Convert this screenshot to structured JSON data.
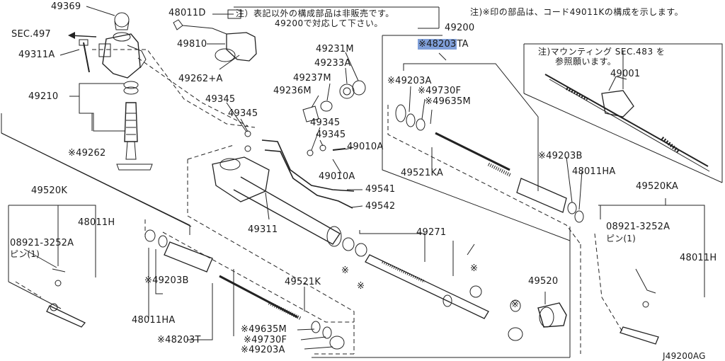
{
  "highlight_color": "#7f9fd9",
  "notes": {
    "top_center_line1": "注）表記以外の構成部品は非販売です。",
    "top_center_line2": "49200で対応して下さい。",
    "top_right": "注)※印の部品は、コード49011Kの構成を示します。",
    "mount_line1": "注)マウンティング SEC.483 を",
    "mount_line2": "参照願います。"
  },
  "diagram_code": "J49200AG",
  "labels": {
    "p49369": "49369",
    "sec497": "SEC.497",
    "p49311A": "49311A",
    "p49210": "49210",
    "p49262": "※49262",
    "p48011D": "48011D",
    "p49810": "49810",
    "p49262A": "49262+A",
    "p49231M": "49231M",
    "p49233A": "49233A",
    "p49237M": "49237M",
    "p49236M": "49236M",
    "p49345a": "49345",
    "p49345b": "49345",
    "p49345c": "49345",
    "p49345d": "49345",
    "p49010Aa": "49010A",
    "p49010Ab": "49010A",
    "p49541": "49541",
    "p49542": "49542",
    "p49311": "49311",
    "p49200": "49200",
    "p48203TA_hl": "※48203",
    "p48203TA_suffix": "TA",
    "p49203A_top": "※49203A",
    "p49730F_top": "※49730F",
    "p49635M_top": "※49635M",
    "p49521KA": "49521KA",
    "p49203B_right": "※49203B",
    "p48011HA_right": "48011HA",
    "p49001": "49001",
    "p49520KA": "49520KA",
    "p08921_right": "08921-3252A",
    "pin_right": "ピン(1)",
    "p48011H_right": "48011H",
    "p49520K": "49520K",
    "p48011H_left": "48011H",
    "p08921_left": "08921-3252A",
    "pin_left": "ピン(1)",
    "p49203B_left": "※49203B",
    "p49521K": "49521K",
    "p48011HA_left": "48011HA",
    "p48203T": "※48203T",
    "p49635M_bot": "※49635M",
    "p49730F_bot": "※49730F",
    "p49203A_bot": "※49203A",
    "p49271": "49271",
    "p49520": "49520",
    "star1": "※",
    "star2": "※",
    "star3": "※",
    "star4": "※"
  }
}
